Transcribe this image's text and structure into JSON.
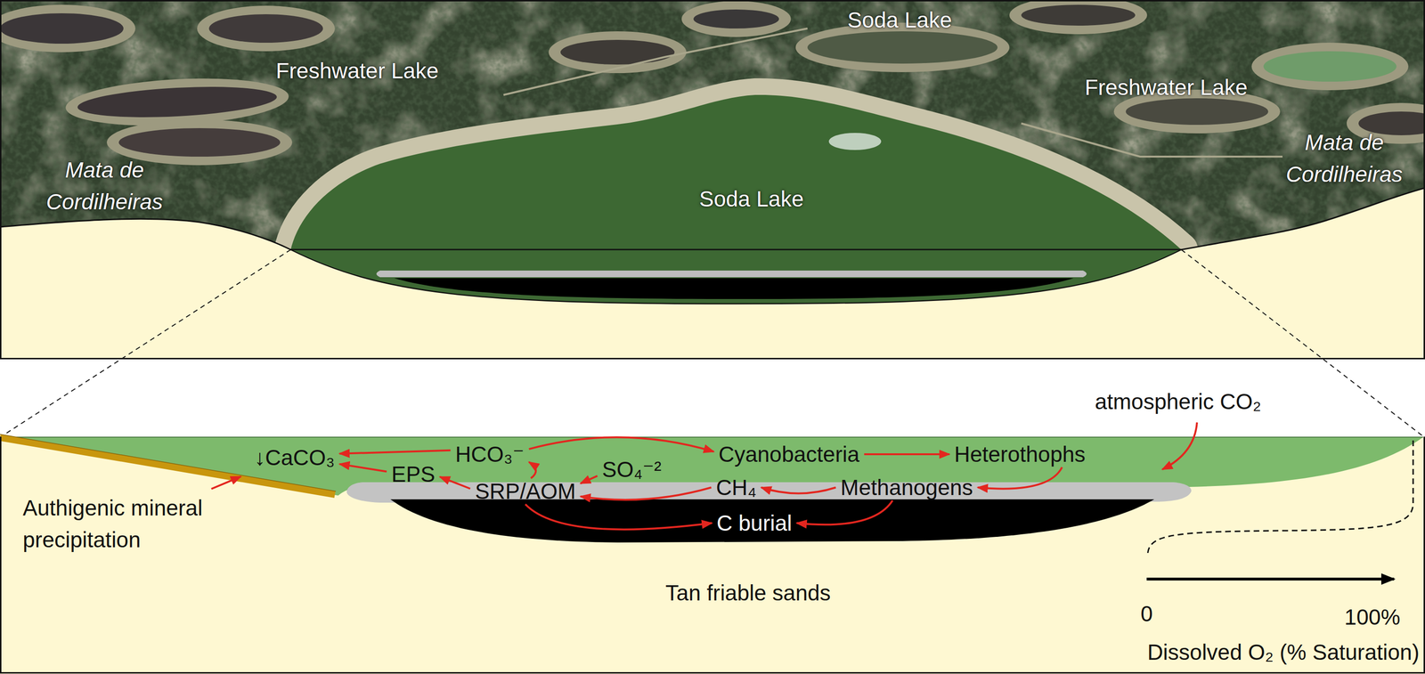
{
  "diagram": {
    "nodes": [
      {
        "text": [
          "↓CaCO₃"
        ]
      },
      {
        "text": [
          "HCO₃⁻"
        ]
      },
      {
        "text": [
          "Cyanobacteria"
        ]
      },
      {
        "text": [
          "Heterothophs"
        ]
      },
      {
        "text": [
          "EPS"
        ]
      },
      {
        "text": [
          "SO₄⁻²"
        ]
      },
      {
        "text": [
          "SRP/AOM"
        ]
      },
      {
        "text": [
          "CH₄"
        ]
      },
      {
        "text": [
          "Methanogens"
        ]
      },
      {
        "text": [
          "C burial"
        ]
      }
    ],
    "edges": [
      {
        "from": 1,
        "to": 0,
        "arrow": "to"
      },
      {
        "from": 1,
        "to": 2,
        "arrow": "to"
      },
      {
        "from": 2,
        "to": 3,
        "arrow": "to"
      },
      {
        "from": 3,
        "to": 8,
        "arrow": "to"
      },
      {
        "from": 8,
        "to": 7,
        "arrow": "to"
      },
      {
        "from": 7,
        "to": 6,
        "arrow": "to"
      },
      {
        "from": 5,
        "to": 6,
        "arrow": "to"
      },
      {
        "from": 6,
        "to": 1,
        "arrow": "to"
      },
      {
        "from": 6,
        "to": 4,
        "arrow": "to"
      },
      {
        "from": 4,
        "to": 0,
        "arrow": "to"
      },
      {
        "from": 6,
        "to": 9,
        "arrow": "to"
      },
      {
        "from": 8,
        "to": 9,
        "arrow": "to"
      }
    ],
    "labels": [
      "Soda Lake",
      "Freshwater Lake",
      "Freshwater Lake",
      "Mata de Cordilheiras",
      "Mata de Cordilheiras",
      "Soda Lake",
      "atmospheric CO₂",
      "Authigenic mineral precipitation",
      "Tan friable sands",
      "0",
      "100%",
      "Dissolved O₂ (% Saturation)"
    ]
  }
}
